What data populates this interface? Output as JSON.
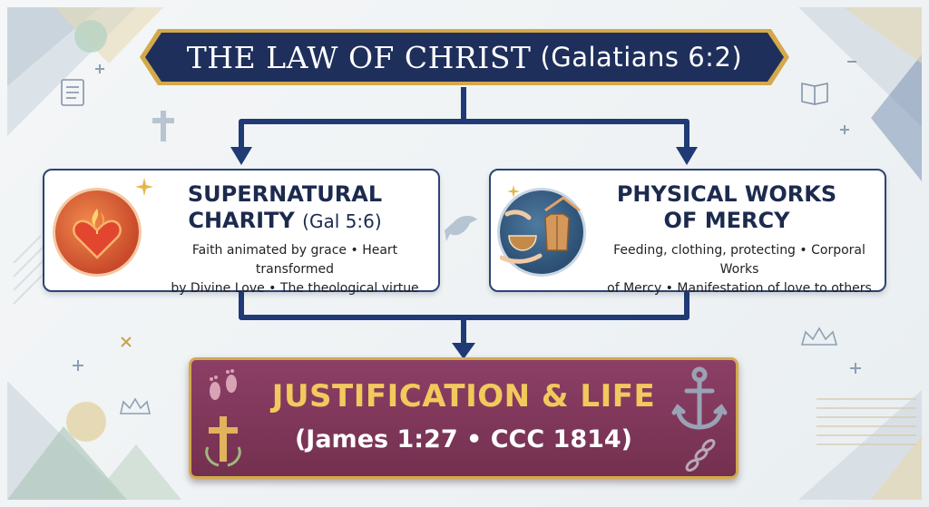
{
  "title": {
    "main": "THE LAW OF CHRIST",
    "reference": "(Galatians 6:2)"
  },
  "left_card": {
    "title_line1": "SUPERNATURAL",
    "title_line2": "CHARITY",
    "title_ref": "(Gal 5:6)",
    "desc_line1": "Faith animated by grace • Heart transformed",
    "desc_line2": "by Divine Love • The theological virtue",
    "icon": "flaming-heart-icon"
  },
  "right_card": {
    "title_line1": "PHYSICAL WORKS",
    "title_line2": "OF MERCY",
    "desc_line1": "Feeding, clothing, protecting • Corporal Works",
    "desc_line2": "of Mercy • Manifestation of love to others",
    "icon": "hands-bowl-coat-house-icon"
  },
  "result": {
    "title": "JUSTIFICATION & LIFE",
    "subtitle": "(James 1:27 • CCC 1814)",
    "icons": [
      "footprints-icon",
      "cross-wreath-icon",
      "anchor-icon",
      "broken-chain-icon"
    ]
  },
  "colors": {
    "navy": "#1f2f5c",
    "gold": "#d4a94c",
    "burgundy": "#7e3659",
    "accent_gold_text": "#f2c95c",
    "heart_orange": "#d9583a"
  }
}
